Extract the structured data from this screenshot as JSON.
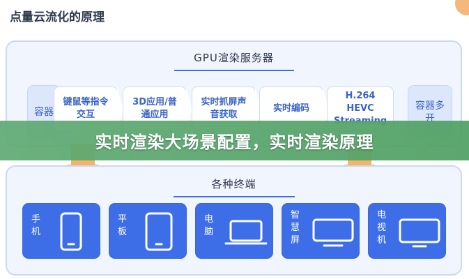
{
  "page_title": "点量云流化的原理",
  "overlay_banner": "实时渲染大场景配置，实时渲染原理",
  "gpu_panel": {
    "title": "GPU渲染服务器",
    "left_box": "容器",
    "right_box": "容器多开",
    "stages": [
      {
        "label": "键鼠等指令交互"
      },
      {
        "label": "3D应用/普通应用"
      },
      {
        "label": "实时抓屏声音获取"
      },
      {
        "label": "实时编码"
      },
      {
        "label": "H.264 HEVC Streaming"
      }
    ]
  },
  "terminal_panel": {
    "title": "各种终端",
    "devices": [
      {
        "label": "手机",
        "icon": "phone-icon"
      },
      {
        "label": "平板",
        "icon": "tablet-icon"
      },
      {
        "label": "电脑",
        "icon": "laptop-icon"
      },
      {
        "label": "智慧屏",
        "icon": "smart-screen-icon"
      },
      {
        "label": "电视机",
        "icon": "tv-icon"
      }
    ]
  },
  "colors": {
    "panel_border": "#c9d8f5",
    "panel_bg": "#f1f5fd",
    "accent_blue": "#3d6ee8",
    "stage_text": "#3b63c8",
    "connector_orange": "#f3b467",
    "banner_green": "#5aa56e"
  }
}
